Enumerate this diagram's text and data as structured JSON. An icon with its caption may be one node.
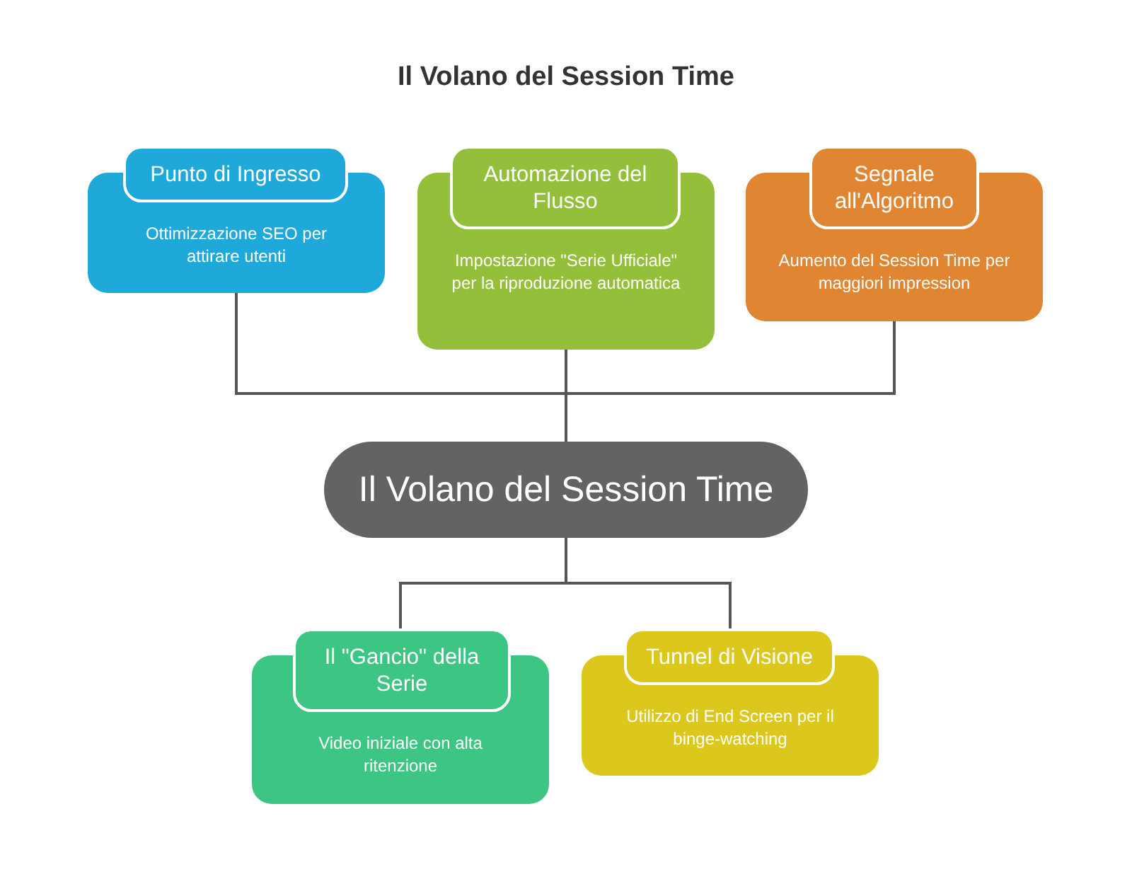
{
  "diagram": {
    "title": "Il Volano del Session Time",
    "nodes": [
      {
        "text": [
          "Punto di Ingresso",
          "Ottimizzazione SEO per attirare utenti"
        ]
      },
      {
        "text": [
          "Automazione del Flusso",
          "Impostazione \"Serie Ufficiale\" per la riproduzione automatica"
        ]
      },
      {
        "text": [
          "Segnale all'Algoritmo",
          "Aumento del Session Time per maggiori impression"
        ]
      },
      {
        "text": [
          "Il Volano del Session Time"
        ]
      },
      {
        "text": [
          "Il \"Gancio\" della Serie",
          "Video iniziale con alta ritenzione"
        ]
      },
      {
        "text": [
          "Tunnel di Visione",
          "Utilizzo di End Screen per il binge-watching"
        ]
      }
    ],
    "edges": [
      {
        "from": 3,
        "to": 0,
        "arrow": "none"
      },
      {
        "from": 3,
        "to": 1,
        "arrow": "none"
      },
      {
        "from": 3,
        "to": 2,
        "arrow": "none"
      },
      {
        "from": 3,
        "to": 4,
        "arrow": "none"
      },
      {
        "from": 3,
        "to": 5,
        "arrow": "none"
      }
    ]
  }
}
